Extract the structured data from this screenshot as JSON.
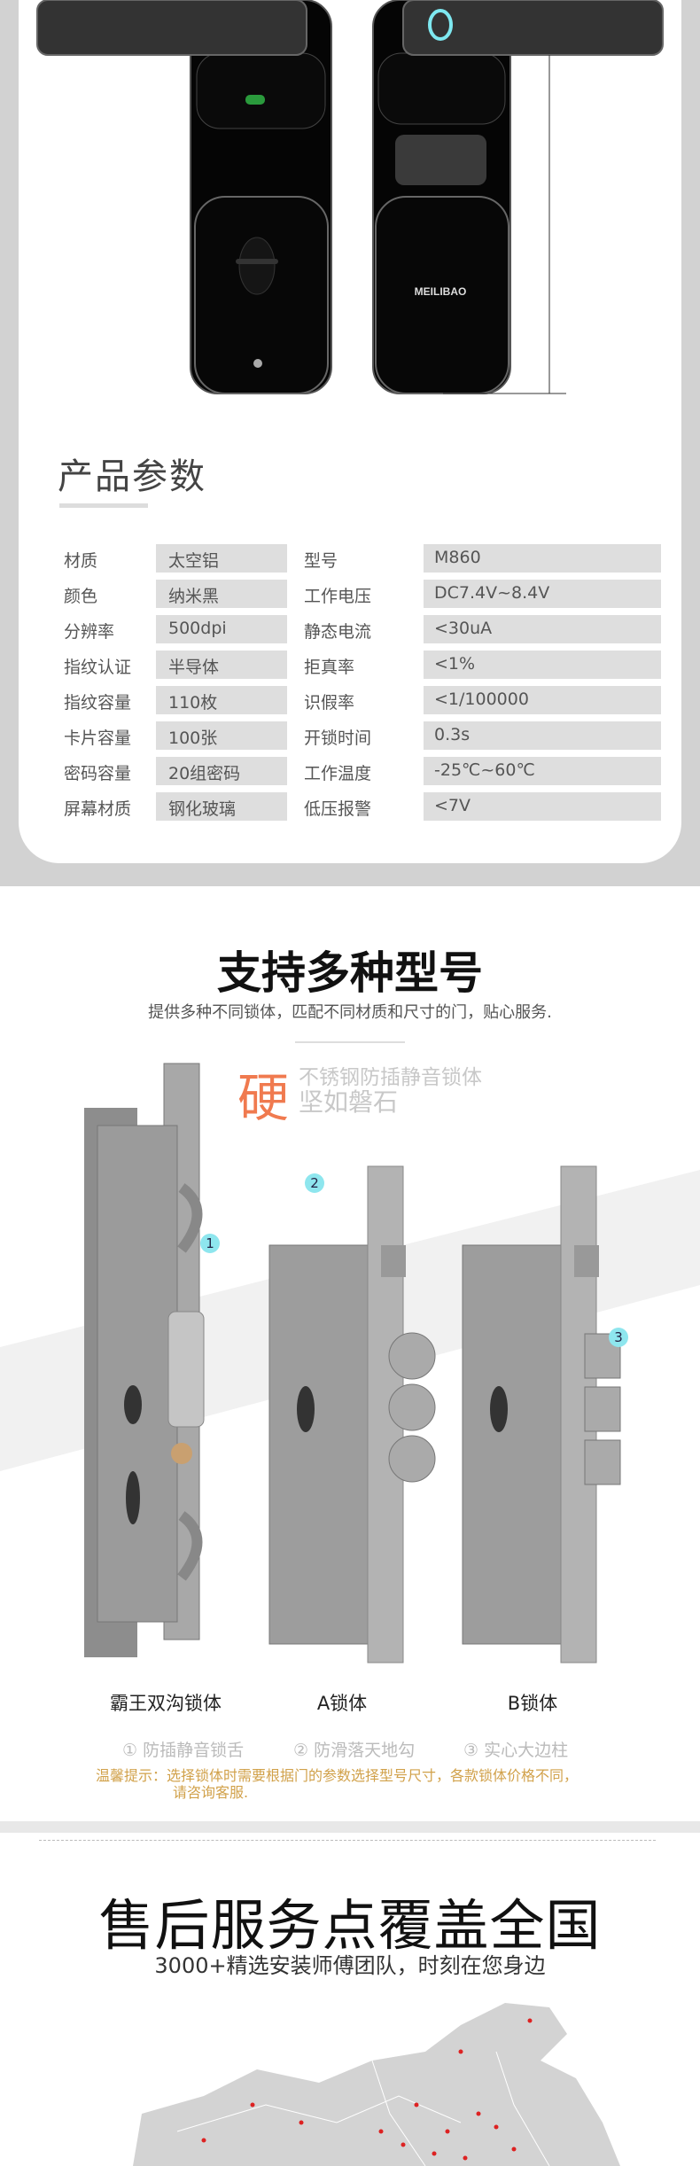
{
  "product": {
    "brand": "MEILIBAO"
  },
  "params": {
    "title": "产品参数",
    "rows": [
      {
        "l1": "材质",
        "v1": "太空铝",
        "l2": "型号",
        "v2": "M860"
      },
      {
        "l1": "颜色",
        "v1": "纳米黑",
        "l2": "工作电压",
        "v2": "DC7.4V~8.4V"
      },
      {
        "l1": "分辨率",
        "v1": "500dpi",
        "l2": "静态电流",
        "v2": "<30uA"
      },
      {
        "l1": "指纹认证",
        "v1": "半导体",
        "l2": "拒真率",
        "v2": "<1%"
      },
      {
        "l1": "指纹容量",
        "v1": "110枚",
        "l2": "识假率",
        "v2": "<1/100000"
      },
      {
        "l1": "卡片容量",
        "v1": "100张",
        "l2": "开锁时间",
        "v2": "0.3s"
      },
      {
        "l1": "密码容量",
        "v1": "20组密码",
        "l2": "工作温度",
        "v2": "-25℃~60℃"
      },
      {
        "l1": "屏幕材质",
        "v1": "钢化玻璃",
        "l2": "低压报警",
        "v2": "<7V"
      }
    ]
  },
  "models": {
    "title": "支持多种型号",
    "subtitle": "提供多种不同锁体，匹配不同材质和尺寸的门，贴心服务.",
    "hard_char": "硬",
    "hard_line1": "不锈钢防插静音锁体",
    "hard_line2": "坚如磐石",
    "badges": [
      "1",
      "2",
      "3"
    ],
    "labels": [
      "霸王双沟锁体",
      "A锁体",
      "B锁体"
    ],
    "features": [
      "① 防插静音锁舌",
      "② 防滑落天地勾",
      "③ 实心大边柱"
    ],
    "tip_line1": "温馨提示：选择锁体时需要根据门的参数选择型号尺寸，各款锁体价格不同，",
    "tip_line2": "请咨询客服.",
    "accent": "#f07a4f",
    "tip_color": "#d1a14a"
  },
  "service": {
    "title": "售后服务点覆盖全国",
    "subtitle": "3000+精选安装师傅团队，时刻在您身边"
  }
}
